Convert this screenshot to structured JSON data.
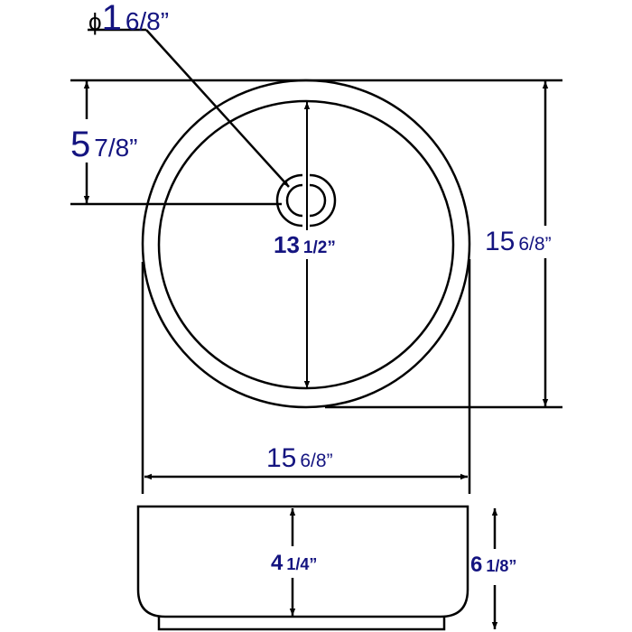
{
  "title": "Round vessel sink dimension drawing",
  "colors": {
    "line": "#000000",
    "label": "#141480",
    "background": "#ffffff"
  },
  "dimensions": {
    "drain_diameter": {
      "symbol": "ϕ",
      "whole": "1",
      "fraction": "6/8”"
    },
    "drain_offset": {
      "whole": "5",
      "fraction": "7/8”"
    },
    "inner_diameter": {
      "whole": "13",
      "fraction": "1/2”"
    },
    "outer_depth": {
      "whole": "15",
      "fraction": "6/8”"
    },
    "outer_width": {
      "whole": "15",
      "fraction": "6/8”"
    },
    "inner_height": {
      "whole": "4",
      "fraction": "1/4”"
    },
    "total_height": {
      "whole": "6",
      "fraction": "1/8”"
    }
  },
  "views": [
    "top-view",
    "side-view"
  ]
}
